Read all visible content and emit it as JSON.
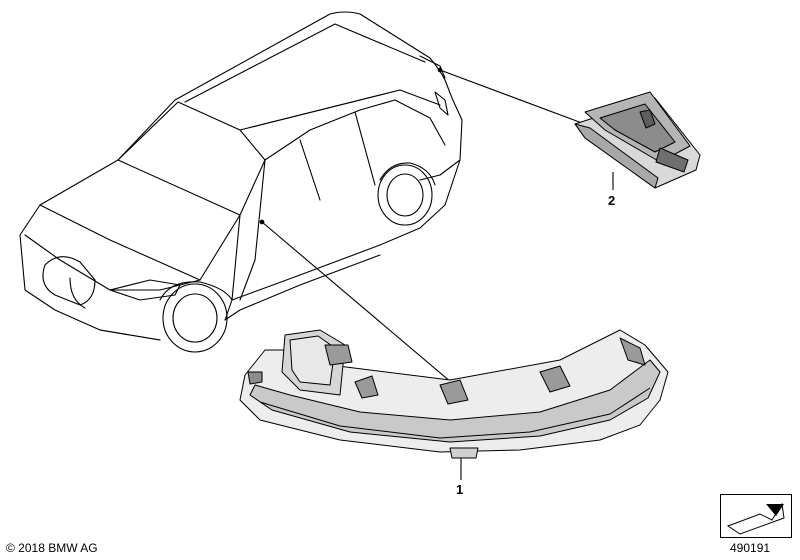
{
  "callouts": {
    "part_1": "1",
    "part_2": "2"
  },
  "footer": {
    "copyright": "© 2018 BMW AG",
    "diagram_number": "490191"
  },
  "icons": {
    "corner": "direction-arrow-icon"
  },
  "colors": {
    "line": "#000000",
    "part_fill": "#d9d9d9",
    "part_dark": "#8c8c8c",
    "background": "#ffffff"
  }
}
